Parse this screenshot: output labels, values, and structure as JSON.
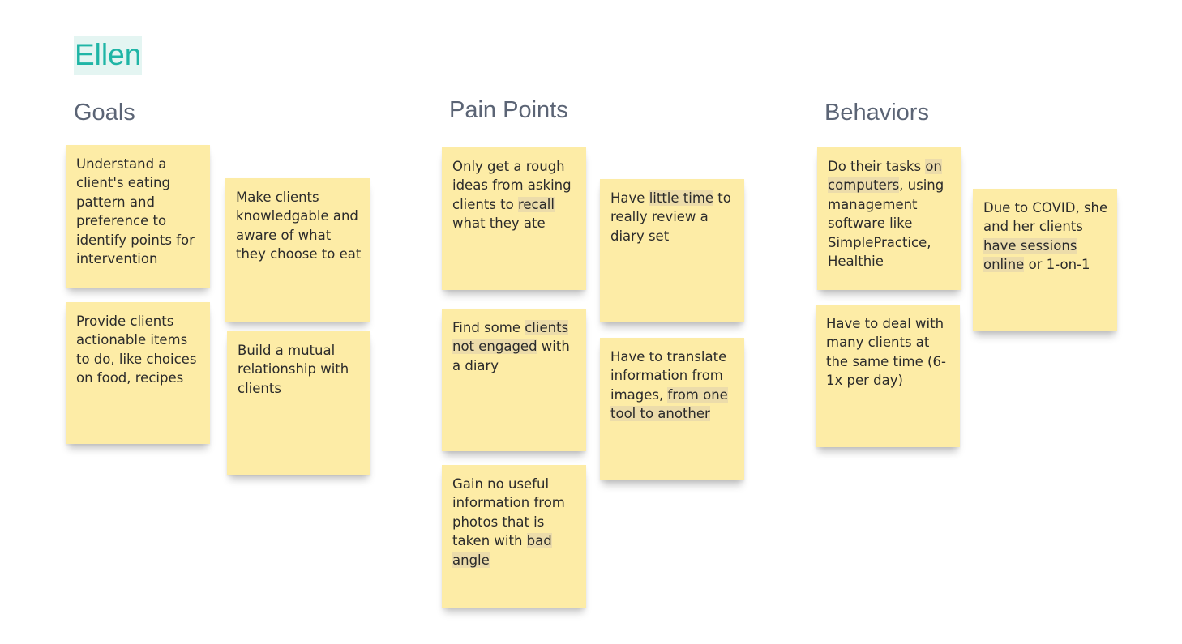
{
  "persona": {
    "name": "Ellen"
  },
  "sections": {
    "goals": {
      "title": "Goals",
      "notes": [
        {
          "segments": [
            {
              "text": "Understand a client's eating pattern and preference to identify points for intervention",
              "highlight": false
            }
          ]
        },
        {
          "segments": [
            {
              "text": "Make clients knowledgable and aware of what they choose to eat",
              "highlight": false
            }
          ]
        },
        {
          "segments": [
            {
              "text": "Provide clients actionable items to do, like choices on food, recipes",
              "highlight": false
            }
          ]
        },
        {
          "segments": [
            {
              "text": "Build a mutual relationship with clients",
              "highlight": false
            }
          ]
        }
      ]
    },
    "pain_points": {
      "title": "Pain Points",
      "notes": [
        {
          "segments": [
            {
              "text": "Only get a rough ideas from asking clients to ",
              "highlight": false
            },
            {
              "text": "recall",
              "highlight": true
            },
            {
              "text": " what they ate",
              "highlight": false
            }
          ]
        },
        {
          "segments": [
            {
              "text": "Have ",
              "highlight": false
            },
            {
              "text": "little time",
              "highlight": true
            },
            {
              "text": " to really review a diary set",
              "highlight": false
            }
          ]
        },
        {
          "segments": [
            {
              "text": "Find some ",
              "highlight": false
            },
            {
              "text": "clients not engaged",
              "highlight": true
            },
            {
              "text": " with a diary",
              "highlight": false
            }
          ]
        },
        {
          "segments": [
            {
              "text": "Have to translate information from images, ",
              "highlight": false
            },
            {
              "text": "from one tool to another",
              "highlight": true
            }
          ]
        },
        {
          "segments": [
            {
              "text": "Gain no useful information from photos that is taken with ",
              "highlight": false
            },
            {
              "text": "bad angle",
              "highlight": true
            }
          ]
        }
      ]
    },
    "behaviors": {
      "title": "Behaviors",
      "notes": [
        {
          "segments": [
            {
              "text": "Do their tasks ",
              "highlight": false
            },
            {
              "text": "on computers",
              "highlight": true
            },
            {
              "text": ", using management software like SimplePractice, Healthie",
              "highlight": false
            }
          ]
        },
        {
          "segments": [
            {
              "text": "Due to COVID, she and her clients ",
              "highlight": false
            },
            {
              "text": "have sessions online",
              "highlight": true
            },
            {
              "text": " or 1-on-1",
              "highlight": false
            }
          ]
        },
        {
          "segments": [
            {
              "text": "Have to deal with many clients at the same time (6-1x per day)",
              "highlight": false
            }
          ]
        }
      ]
    }
  },
  "colors": {
    "sticky_note": "#fdeca6",
    "highlight": "#ecdcaa",
    "persona_name": "#1fb5a6",
    "persona_name_bg": "#e4f5f2",
    "section_title": "#5b6475"
  }
}
